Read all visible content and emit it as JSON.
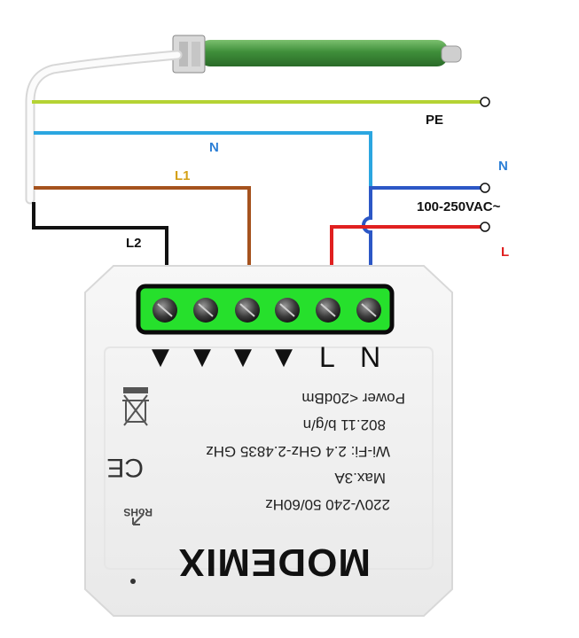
{
  "wires": {
    "pe_label": "PE",
    "n_top_label": "N",
    "l1_label": "L1",
    "l2_label": "L2",
    "n_right_label": "N",
    "supply_label": "100-250VAC~",
    "l_right_label": "L",
    "colors": {
      "pe": "#b5d334",
      "neutral_top": "#2ba6e0",
      "neutral_right": "#2c57c6",
      "l1": "#a5521e",
      "l2": "#111111",
      "live": "#e02020",
      "l1_text": "#d4a017",
      "n_text": "#2c7fd6"
    }
  },
  "module": {
    "terminal_markers": [
      "▼",
      "▼",
      "▼",
      "▼"
    ],
    "terminal_L": "L",
    "terminal_N": "N",
    "spec_lines": [
      "Power <20dBm",
      "802.11 b/g/n",
      "Wi-Fi: 2.4 GHz-2.4835 GHz",
      "Max.3A",
      "220V-240 50/60Hz"
    ],
    "rohs": "RoHS",
    "ce": "CE",
    "brand": "MODEMIX",
    "body_color": "#f2f2f2",
    "terminal_color": "#26e02c"
  },
  "motor": {
    "tube_color": "#3f8f3a"
  }
}
